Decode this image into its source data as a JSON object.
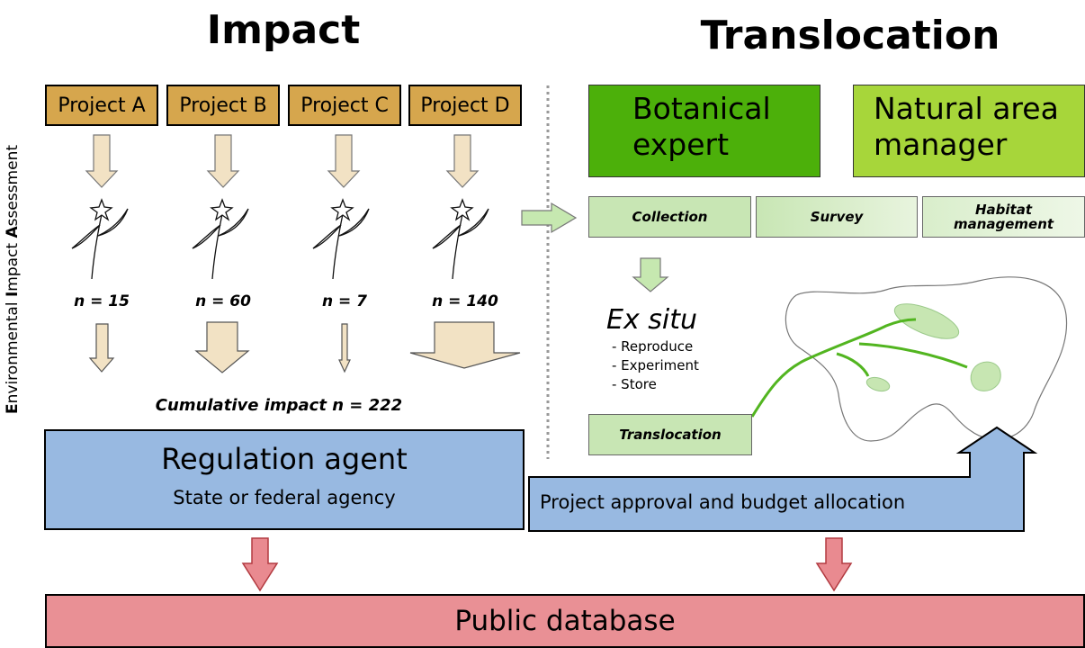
{
  "headings": {
    "impact": "Impact",
    "translocation": "Translocation"
  },
  "side_label": {
    "w1_initial": "E",
    "w1_rest": "nvironmental ",
    "w2_initial": "I",
    "w2_rest": "mpact ",
    "w3_initial": "A",
    "w3_rest": "ssessment"
  },
  "projects": [
    {
      "label": "Project A",
      "count": "n = 15"
    },
    {
      "label": "Project B",
      "count": "n = 60"
    },
    {
      "label": "Project C",
      "count": "n = 7"
    },
    {
      "label": "Project D",
      "count": "n = 140"
    }
  ],
  "cumulative": "Cumulative impact n = 222",
  "regulation": {
    "title": "Regulation agent",
    "subtitle": "State or federal agency"
  },
  "approval": "Project approval and budget allocation",
  "database": "Public database",
  "actors": {
    "expert": [
      "Botanical",
      "expert"
    ],
    "manager": [
      "Natural area",
      "manager"
    ]
  },
  "tasks": {
    "collection": "Collection",
    "survey": "Survey",
    "habitat": [
      "Habitat",
      "management"
    ]
  },
  "ex_situ": {
    "title": "Ex situ",
    "items": [
      "- Reproduce",
      "- Experiment",
      "- Store"
    ]
  },
  "translocation_box": "Translocation",
  "colors": {
    "project": "#d6a64d",
    "expert": "#4cb00a",
    "manager": "#a7d63a",
    "blue": "#98b9e1",
    "database": "#e99095",
    "task": "#c8e6b4",
    "arrow_tan": "#f2e2c4",
    "arrow_red": "#e98a90",
    "arrow_green": "#c6e8b0",
    "patch": "#c7e6b2"
  }
}
